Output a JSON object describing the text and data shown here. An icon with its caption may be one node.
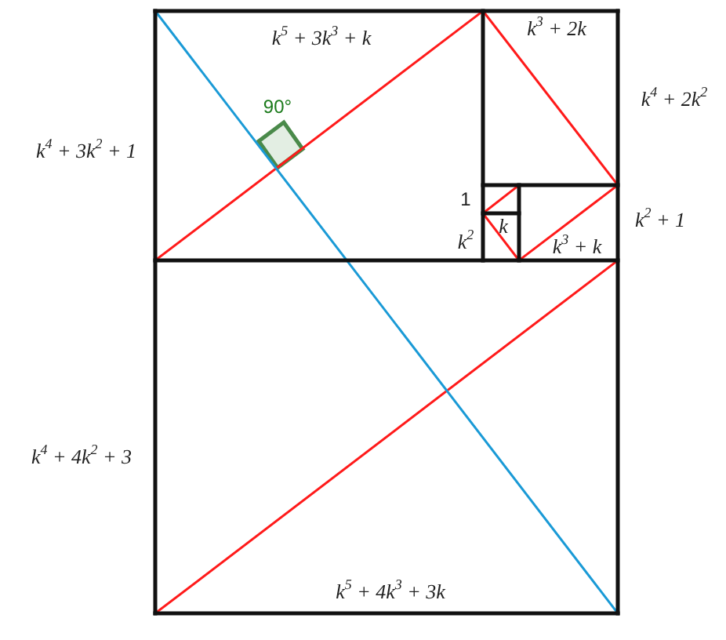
{
  "diagram": {
    "labels": [
      "k$^{5}$ + 3k$^{3}$ + k",
      "k$^{3}$ + 2k",
      "k$^{4}$ + 2k$^{2}$",
      "90°",
      "k$^{4}$ + 3k$^{2}$ + 1",
      "1",
      "k",
      "k$^{2}$ + 1",
      "k$^{2}$",
      "k$^{3}$ + k",
      "k$^{4}$ + 4k$^{2}$ + 3",
      "k$^{5}$ + 4k$^{3}$ + 3k"
    ]
  }
}
